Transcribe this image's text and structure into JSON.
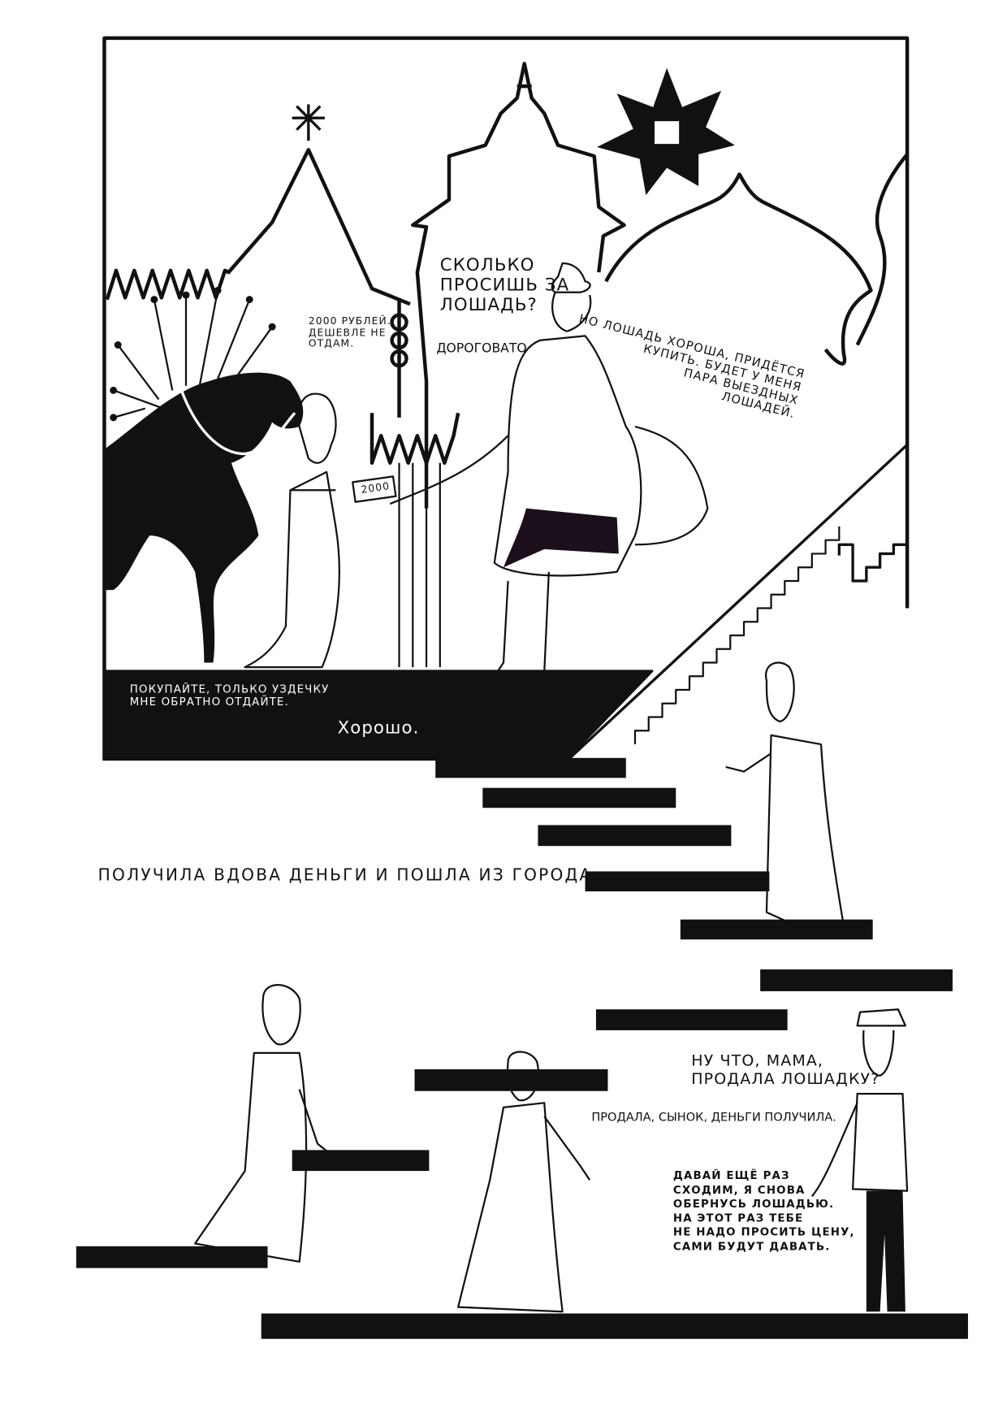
{
  "panel1": {
    "speech": {
      "how_much": "Сколько\nпросишь за\nлошадь?",
      "price": "2000 рублей.\nДешевле не\nотдам.",
      "expensive": "Дороговато",
      "buy": "Но лошадь хороша, придётся\nкупить. Будет у меня\nпара выездных\nлошадей.",
      "bridle": "Покупайте, только уздечку\nмне обратно отдайте.",
      "ok": "Хорошо."
    },
    "banknote": "2000"
  },
  "narration": "Получила вдова деньги и пошла из города.",
  "panel2": {
    "son_question": "Ну что, мама,\nпродала лошадку?",
    "mother_answer": "Продала, сынок, деньги получила.",
    "son_plan": "Давай ещё раз\nсходим, я снова\nобернусь лошадью.\nНа этот раз тебе\nне надо просить цену,\nсами будут давать."
  }
}
